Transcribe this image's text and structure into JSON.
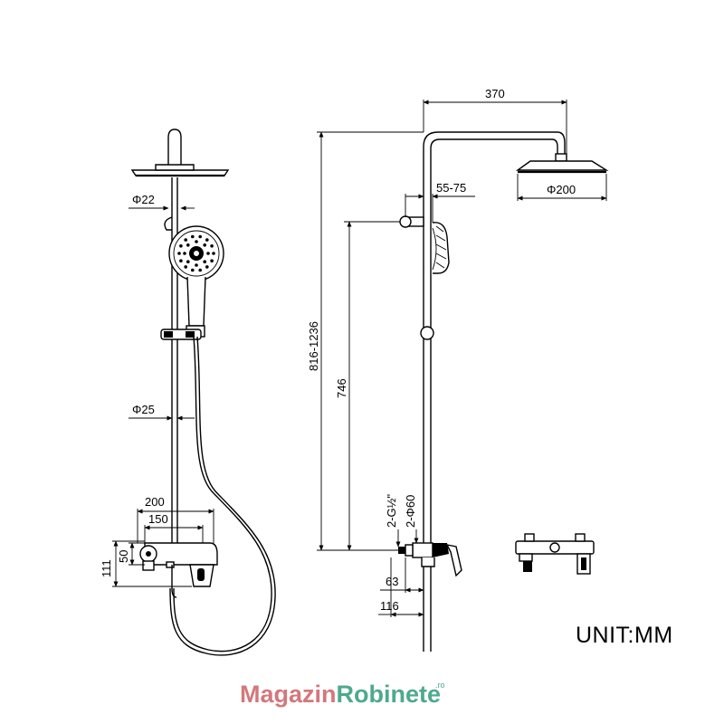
{
  "dimensions": {
    "d_22": "Φ22",
    "d_25": "Φ25",
    "w_200": "200",
    "w_150": "150",
    "h_50": "50",
    "h_111": "111",
    "w_370": "370",
    "offset_55_75": "55-75",
    "d_200": "Φ200",
    "h_816_1236": "816-1236",
    "h_746": "746",
    "conn_g": "2-G½\"",
    "conn_d60": "2-Φ60",
    "w_63": "63",
    "w_116": "116"
  },
  "unit_label": "UNIT:MM",
  "watermark": {
    "part1": "Magazin",
    "part2": "Robinete",
    "tld": ".ro"
  },
  "colors": {
    "watermark_primary": "#d3787c",
    "watermark_secondary": "#4ea98f",
    "line": "#000000"
  }
}
